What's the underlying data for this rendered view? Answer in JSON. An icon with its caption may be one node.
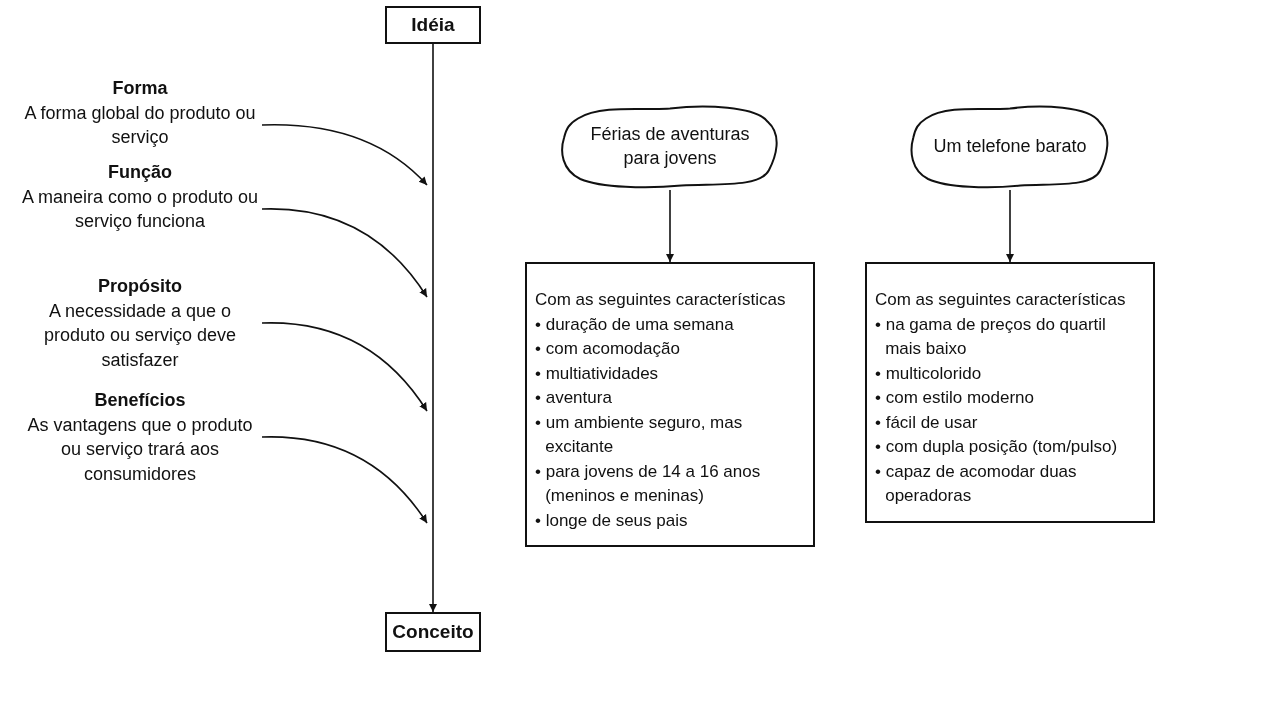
{
  "diagram": {
    "nodes": [
      {
        "text": [
          "Idéia"
        ]
      },
      {
        "text": [
          "Forma",
          "A forma global do produto ou serviço"
        ]
      },
      {
        "text": [
          "Função",
          "A maneira como o produto ou serviço funciona"
        ]
      },
      {
        "text": [
          "Propósito",
          "A necessidade a que o produto ou serviço deve satisfazer"
        ]
      },
      {
        "text": [
          "Benefícios",
          "As vantagens que o produto ou serviço trará aos consumidores"
        ]
      },
      {
        "text": [
          "Conceito"
        ]
      },
      {
        "text": [
          "Férias de aventuras para jovens"
        ]
      },
      {
        "text": [
          "Com as seguintes características",
          "• duração de uma semana",
          "• com acomodação",
          "• multiatividades",
          "• aventura",
          "• um ambiente seguro, mas excitante",
          "• para jovens de 14 a 16 anos (meninos e meninas)",
          "• longe de seus pais"
        ]
      },
      {
        "text": [
          "Um telefone barato"
        ]
      },
      {
        "text": [
          "Com as seguintes características",
          "• na gama de preços do quartil mais baixo",
          "• multicolorido",
          "• com estilo moderno",
          "• fácil de usar",
          "• com dupla posição (tom/pulso)",
          "• capaz de acomodar duas operadoras"
        ]
      }
    ],
    "edges": [
      {
        "from": 0,
        "to": 5,
        "arrow": "to"
      },
      {
        "from": 1,
        "to": null,
        "arrow": "to"
      },
      {
        "from": 2,
        "to": null,
        "arrow": "to"
      },
      {
        "from": 3,
        "to": null,
        "arrow": "to"
      },
      {
        "from": 4,
        "to": null,
        "arrow": "to"
      },
      {
        "from": 6,
        "to": 7,
        "arrow": "to"
      },
      {
        "from": 8,
        "to": 9,
        "arrow": "to"
      }
    ]
  }
}
